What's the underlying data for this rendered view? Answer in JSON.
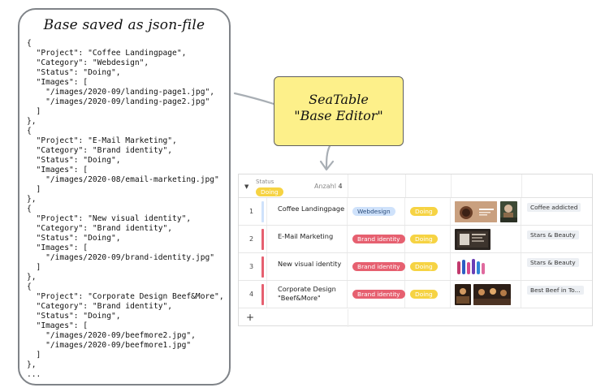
{
  "json_panel": {
    "title": "Base saved as json-file",
    "code": "{\n  \"Project\": \"Coffee Landingpage\",\n  \"Category\": \"Webdesign\",\n  \"Status\": \"Doing\",\n  \"Images\": [\n    \"/images/2020-09/landing-page1.jpg\",\n    \"/images/2020-09/landing-page2.jpg\"\n  ]\n},\n{\n  \"Project\": \"E-Mail Marketing\",\n  \"Category\": \"Brand identity\",\n  \"Status\": \"Doing\",\n  \"Images\": [\n    \"/images/2020-08/email-marketing.jpg\"\n  ]\n},\n{\n  \"Project\": \"New visual identity\",\n  \"Category\": \"Brand identity\",\n  \"Status\": \"Doing\",\n  \"Images\": [\n    \"/images/2020-09/brand-identity.jpg\"\n  ]\n},\n{\n  \"Project\": \"Corporate Design Beef&More\",\n  \"Category\": \"Brand identity\",\n  \"Status\": \"Doing\",\n  \"Images\": [\n    \"/images/2020-09/beefmore2.jpg\",\n    \"/images/2020-09/beefmore1.jpg\"\n  ]\n},\n..."
  },
  "note": {
    "line1": "SeaTable",
    "line2": "\"Base Editor\"",
    "color": "#fdf08a"
  },
  "table": {
    "group": {
      "label": "Status",
      "value": "Doing",
      "count_label": "Anzahl",
      "count": "4"
    },
    "rows": [
      {
        "index": "1",
        "project_line1": "Coffee Landingpage",
        "project_line2": "",
        "category": "Webdesign",
        "status": "Doing",
        "tag": "Coffee addicted",
        "bar_color": "#cfe2fb"
      },
      {
        "index": "2",
        "project_line1": "E-Mail Marketing",
        "project_line2": "",
        "category": "Brand identity",
        "status": "Doing",
        "tag": "Stars & Beauty",
        "bar_color": "#e66070"
      },
      {
        "index": "3",
        "project_line1": "New visual identity",
        "project_line2": "",
        "category": "Brand identity",
        "status": "Doing",
        "tag": "Stars & Beauty",
        "bar_color": "#e66070"
      },
      {
        "index": "4",
        "project_line1": "Corporate Design",
        "project_line2": "\"Beef&More\"",
        "category": "Brand identity",
        "status": "Doing",
        "tag": "Best Beef in To...",
        "bar_color": "#e66070"
      }
    ],
    "add_row_icon": "plus-icon",
    "colors": {
      "webdesign": "#cfe2fb",
      "brand_identity": "#e66070",
      "doing": "#f6d343"
    }
  }
}
